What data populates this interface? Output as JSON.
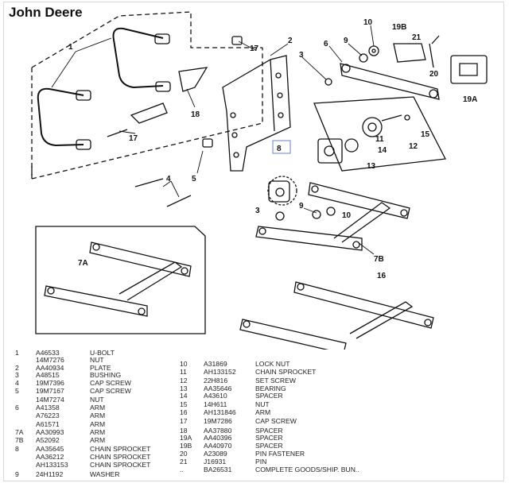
{
  "title": "John Deere",
  "diagram": {
    "callouts": [
      "1",
      "2",
      "3",
      "6",
      "9",
      "10",
      "19B",
      "21",
      "20",
      "19A",
      "17",
      "18",
      "17",
      "5",
      "4",
      "8",
      "11",
      "12",
      "15",
      "14",
      "13",
      "3",
      "9",
      "10",
      "7B",
      "7A",
      "16"
    ],
    "highlighted_callout": "8"
  },
  "parts_left": [
    {
      "ref": "1",
      "part": "A46533",
      "desc": "U-BOLT"
    },
    {
      "ref": "",
      "part": "14M7276",
      "desc": "NUT"
    },
    {
      "ref": "2",
      "part": "AA40934",
      "desc": "PLATE"
    },
    {
      "ref": "3",
      "part": "A48515",
      "desc": "BUSHING"
    },
    {
      "ref": "4",
      "part": "19M7396",
      "desc": "CAP SCREW"
    },
    {
      "ref": "5",
      "part": "19M7167",
      "desc": "CAP SCREW"
    },
    {
      "ref": "",
      "part": "14M7274",
      "desc": "NUT"
    },
    {
      "ref": "6",
      "part": "A41358",
      "desc": "ARM"
    },
    {
      "ref": "",
      "part": "A76223",
      "desc": "ARM"
    },
    {
      "ref": "",
      "part": "A61571",
      "desc": "ARM"
    },
    {
      "ref": "7A",
      "part": "AA30993",
      "desc": "ARM"
    },
    {
      "ref": "7B",
      "part": "A52092",
      "desc": "ARM"
    },
    {
      "ref": "8",
      "part": "AA35645",
      "desc": "CHAIN SPROCKET"
    },
    {
      "ref": "",
      "part": "AA36212",
      "desc": "CHAIN SPROCKET"
    },
    {
      "ref": "",
      "part": "AH133153",
      "desc": "CHAIN SPROCKET"
    },
    {
      "ref": "9",
      "part": "24H1192",
      "desc": "WASHER"
    }
  ],
  "parts_right": [
    {
      "ref": "10",
      "part": "A31869",
      "desc": "LOCK NUT"
    },
    {
      "ref": "11",
      "part": "AH133152",
      "desc": "CHAIN SPROCKET"
    },
    {
      "ref": "12",
      "part": "22H816",
      "desc": "SET SCREW"
    },
    {
      "ref": "13",
      "part": "AA35646",
      "desc": "BEARING"
    },
    {
      "ref": "14",
      "part": "A43610",
      "desc": "SPACER"
    },
    {
      "ref": "15",
      "part": "14H611",
      "desc": "NUT"
    },
    {
      "ref": "16",
      "part": "AH131846",
      "desc": "ARM"
    },
    {
      "ref": "17",
      "part": "19M7286",
      "desc": "CAP SCREW"
    },
    {
      "ref": "18",
      "part": "AA37880",
      "desc": "SPACER"
    },
    {
      "ref": "19A",
      "part": "AA40396",
      "desc": "SPACER"
    },
    {
      "ref": "19B",
      "part": "AA40970",
      "desc": "SPACER"
    },
    {
      "ref": "20",
      "part": "A23089",
      "desc": "PIN FASTENER"
    },
    {
      "ref": "21",
      "part": "J16931",
      "desc": "PIN"
    },
    {
      "ref": "..",
      "part": "BA26531",
      "desc": "COMPLETE GOODS/SHIP. BUN.."
    }
  ],
  "colors": {
    "highlight_box": "#6b7fc7",
    "line_art": "#111111"
  }
}
